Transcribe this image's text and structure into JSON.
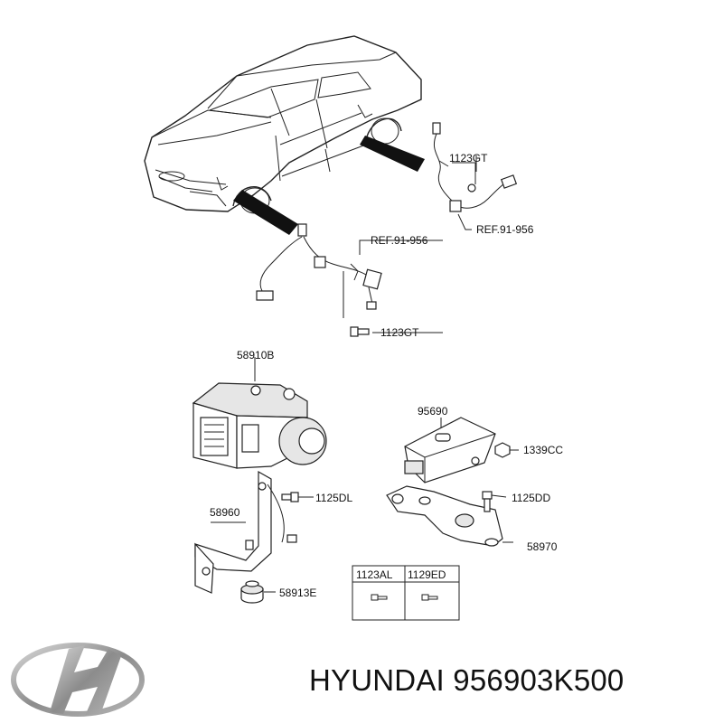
{
  "labels": {
    "bolt_top_right": "1123GT",
    "ref_right": "REF.91-956",
    "ref_left": "REF.91-956",
    "bolt_left": "1123GT",
    "hecu": "58910B",
    "sensor": "95690",
    "nut": "1339CC",
    "bolt_bracket": "1125DL",
    "bracket": "58960",
    "bolt_sensor_bracket": "1125DD",
    "sensor_bracket": "58970",
    "bushing": "58913E"
  },
  "table": {
    "headers": [
      "1123AL",
      "1129ED"
    ]
  },
  "footer": {
    "brand": "HYUNDAI",
    "part_number": "956903K500"
  },
  "logo": {
    "text": "H"
  },
  "colors": {
    "ink": "#222222",
    "logo_silver": "#9a9a9a"
  }
}
